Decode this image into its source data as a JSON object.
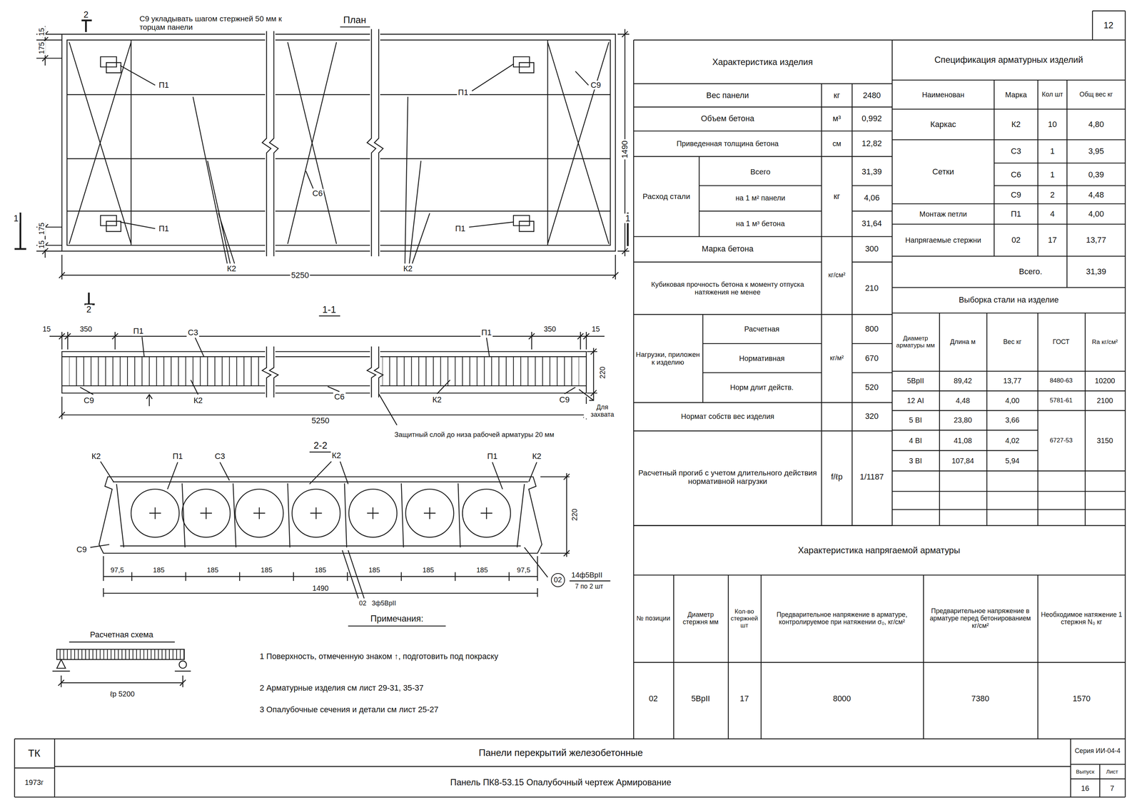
{
  "diagram": {
    "title": "Панели перекрытий железобетонные",
    "nodes": [
      {
        "text": [
          "02"
        ]
      }
    ],
    "labels": [
      "С9 укладывать шагом стержней 50 мм к торцам панели",
      "2",
      "План",
      "175",
      "15",
      "П1",
      "П1",
      "С9",
      "1490",
      "С6",
      "П1",
      "П1",
      "15",
      "175",
      "1",
      "1",
      "К2",
      "5250",
      "К2",
      "2",
      "1-1",
      "15",
      "350",
      "П1",
      "С3",
      "П1",
      "350",
      "15",
      "220",
      "С9",
      "К2",
      "С6",
      "К2",
      "С9",
      "Для захвата",
      "5250",
      "Защитный слой до низа рабочей арматуры 20 мм",
      "2-2",
      "К2",
      "П1",
      "С3",
      "К2",
      "П1",
      "К2",
      "220",
      "С9",
      "14ф5ВрII",
      "7 по 2 шт",
      "97,5",
      "185",
      "185",
      "185",
      "185",
      "185",
      "185",
      "185",
      "97,5",
      "1490",
      "02",
      "3ф5ВрII",
      "Примечания:",
      "1 Поверхность, отмеченную знаком ↑, подготовить под покраску",
      "2 Арматурные изделия см лист 29-31, 35-37",
      "3 Опалубочные сечения и детали см лист 25-27",
      "Расчетная схема",
      "ℓр 5200",
      "12",
      "ТК",
      "1973г",
      "Панель ПК8-53.15 Опалубочный чертеж Армирование",
      "Серия ИИ-04-4",
      "Выпуск",
      "Лист",
      "16",
      "7",
      "Характеристика изделия",
      "Вес панели",
      "кг",
      "2480",
      "Объем бетона",
      "м³",
      "0,992",
      "Приведенная толщина бетона",
      "см",
      "12,82",
      "Расход стали",
      "Всего",
      "31,39",
      "на 1 м² панели",
      "кг",
      "4,06",
      "на 1 м³ бетона",
      "31,64",
      "Марка бетона",
      "300",
      "Кубиковая прочность бетона к моменту отпуска натяжения не менее",
      "кг/см²",
      "210",
      "Нагрузки, приложен к изделию",
      "Расчетная",
      "800",
      "Нормативная",
      "кг/м²",
      "670",
      "Норм длит действ.",
      "520",
      "Нормат собств вес изделия",
      "320",
      "Расчетный прогиб с учетом длительного действия нормативной нагрузки",
      "f/ℓр",
      "1/1187",
      "Спецификация арматурных изделий",
      "Наименован",
      "Марка",
      "Кол шт",
      "Общ вес кг",
      "Каркас",
      "К2",
      "10",
      "4,80",
      "Сетки",
      "С3",
      "1",
      "3,95",
      "С6",
      "1",
      "0,39",
      "С9",
      "2",
      "4,48",
      "Монтаж петли",
      "П1",
      "4",
      "4,00",
      "Напрягаемые стержни",
      "02",
      "17",
      "13,77",
      "Всего.",
      "31,39",
      "Выборка стали на изделие",
      "Диаметр арматуры мм",
      "Длина м",
      "Вес кг",
      "ГОСТ",
      "Ra кг/см²",
      "5ВрII",
      "89,42",
      "13,77",
      "8480-63",
      "10200",
      "12 АI",
      "4,48",
      "4,00",
      "5781-61",
      "2100",
      "5 ВI",
      "23,80",
      "3,66",
      "4 ВI",
      "41,08",
      "4,02",
      "6727-53",
      "3150",
      "3 ВI",
      "107,84",
      "5,94",
      "Характеристика напрягаемой арматуры",
      "№ позиции",
      "Диаметр стержня мм",
      "Кол-во стержней шт",
      "Предварительное напряжение в арматуре, контролируемое при натяжении σ₀, кг/см²",
      "Предварительное напряжение в арматуре перед бетонированием кг/см²",
      "Необходимое натяжение 1 стержня N₀ кг",
      "02",
      "5ВрII",
      "17",
      "8000",
      "7380",
      "1570"
    ]
  }
}
